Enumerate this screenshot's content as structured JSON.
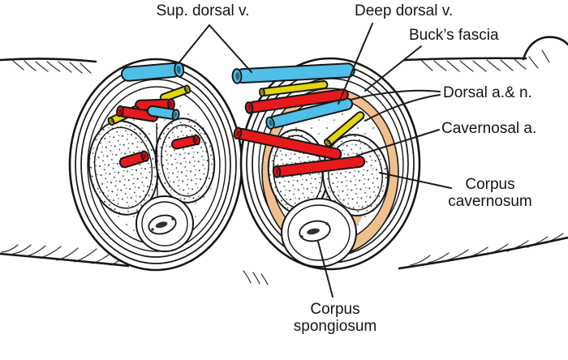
{
  "labels": {
    "sup_dorsal_v": "Sup. dorsal v.",
    "deep_dorsal_v": "Deep dorsal v.",
    "bucks_fascia": "Buck’s fascia",
    "dorsal_a_n": "Dorsal a.& n.",
    "cavernosal_a": "Cavernosal a.",
    "corpus_cavernosum": {
      "line1": "Corpus",
      "line2": "cavernosum"
    },
    "corpus_spongiosum": {
      "line1": "Corpus",
      "line2": "spongiosum"
    }
  },
  "colors": {
    "vein_blue": "#4FBEE8",
    "artery_red": "#E8191C",
    "nerve_yellow": "#E3D70A",
    "fascia_tan": "#EFC08E",
    "line_ink": "#161616",
    "background": "#FFFFFF"
  }
}
